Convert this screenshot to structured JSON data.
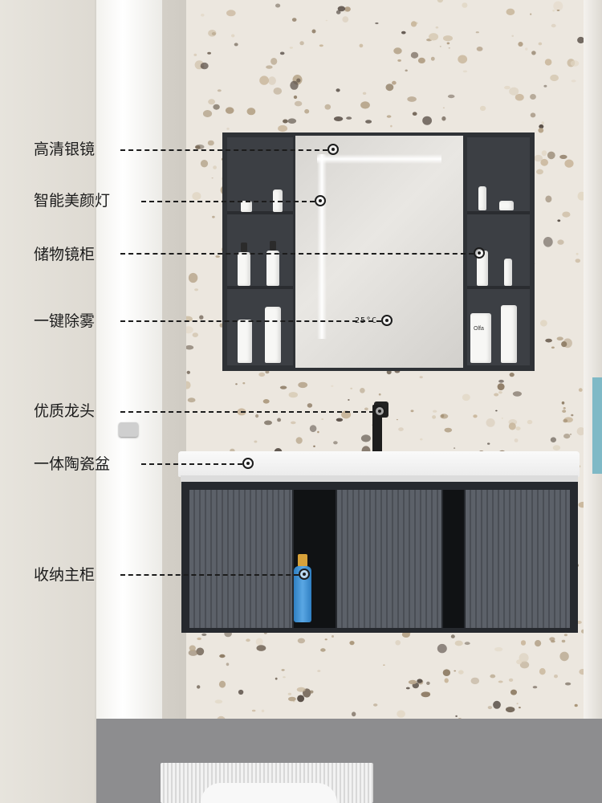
{
  "annotations": [
    {
      "label": "高清银镜"
    },
    {
      "label": "智能美颜灯"
    },
    {
      "label": "储物镜柜"
    },
    {
      "label": "一键除雾"
    },
    {
      "label": "优质龙头"
    },
    {
      "label": "一体陶瓷盆"
    },
    {
      "label": "收纳主柜"
    }
  ],
  "mirror": {
    "temperature_display": "25°C"
  },
  "bottle_brand": "Olfa",
  "colors": {
    "cabinet": "#2f3236",
    "vanity_door": "#5c6169",
    "basin": "#fafafa",
    "wall_terrazzo": "#ece7df",
    "floor": "#8d8d8f",
    "text": "#1c1c1c"
  }
}
